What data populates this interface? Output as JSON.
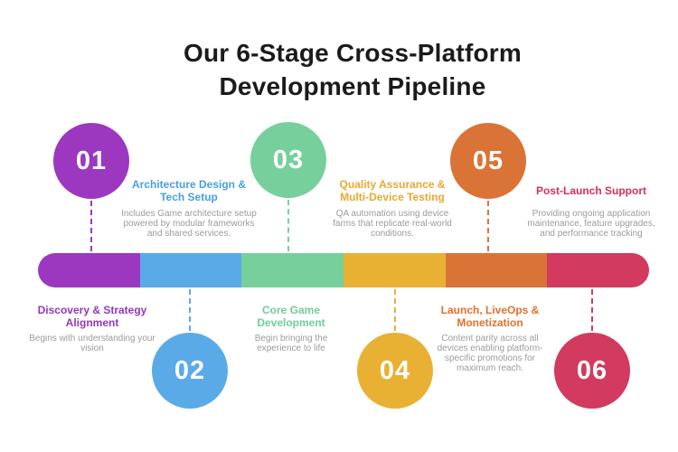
{
  "title": {
    "line1_prefix": "Our ",
    "line1_bold": "6-Stage",
    "line1_suffix": " Cross-Platform",
    "line2": "Development Pipeline"
  },
  "stages": [
    {
      "number": "01",
      "name": "Discovery & Strategy Alignment",
      "description": "Begins with understanding your vision",
      "color": "#9C38C0",
      "heading_color": "#9138C0",
      "circle_position": "above-bar",
      "text_position": "below-bar"
    },
    {
      "number": "02",
      "name": "Architecture Design & Tech Setup",
      "description": "Includes Game architecture setup powered by modular frameworks and shared services.",
      "color": "#5BAAE8",
      "heading_color": "#46A0DE",
      "circle_position": "below-bar",
      "text_position": "above-bar"
    },
    {
      "number": "03",
      "name": "Core Game Development",
      "description": "Begin bringing the experience to life",
      "color": "#77D09B",
      "heading_color": "#6FCE99",
      "circle_position": "above-bar",
      "text_position": "below-bar"
    },
    {
      "number": "04",
      "name": "Quality Assurance & Multi-Device Testing",
      "description": "QA automation using device farms that replicate real-world conditions.",
      "color": "#E9B134",
      "heading_color": "#E7AA2E",
      "circle_position": "below-bar",
      "text_position": "above-bar"
    },
    {
      "number": "05",
      "name": "Launch, LiveOps & Monetization",
      "description": "Content parity across all devices enabling platform-specific promotions for maximum reach.",
      "color": "#DA7436",
      "heading_color": "#E0712E",
      "circle_position": "above-bar",
      "text_position": "below-bar"
    },
    {
      "number": "06",
      "name": "Post-Launch Support",
      "description": "Providing ongoing application maintenance, feature upgrades, and performance tracking",
      "color": "#D23A5F",
      "heading_color": "#D62F5B",
      "circle_position": "below-bar",
      "text_position": "above-bar"
    }
  ],
  "text_colors": {
    "title": "#1b1b1b",
    "description": "#9c9c9c"
  }
}
